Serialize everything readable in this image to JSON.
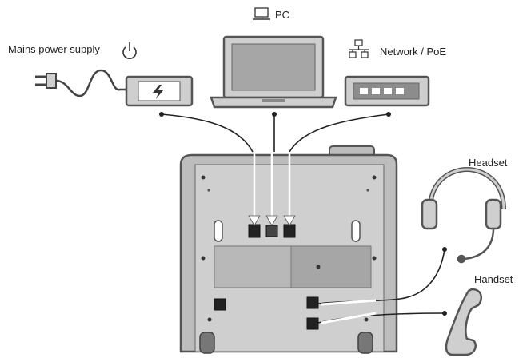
{
  "labels": {
    "mains": "Mains power supply",
    "pc": "PC",
    "network": "Network / PoE",
    "headset": "Headset",
    "handset": "Handset"
  },
  "icons": {
    "mains": "power-icon",
    "pc": "laptop-icon",
    "network": "network-icon"
  },
  "colors": {
    "device_fill": "#cfcfcf",
    "device_stroke": "#555555",
    "panel_fill": "#a6a6a6",
    "line": "#222222",
    "arrow": "#ffffff"
  }
}
